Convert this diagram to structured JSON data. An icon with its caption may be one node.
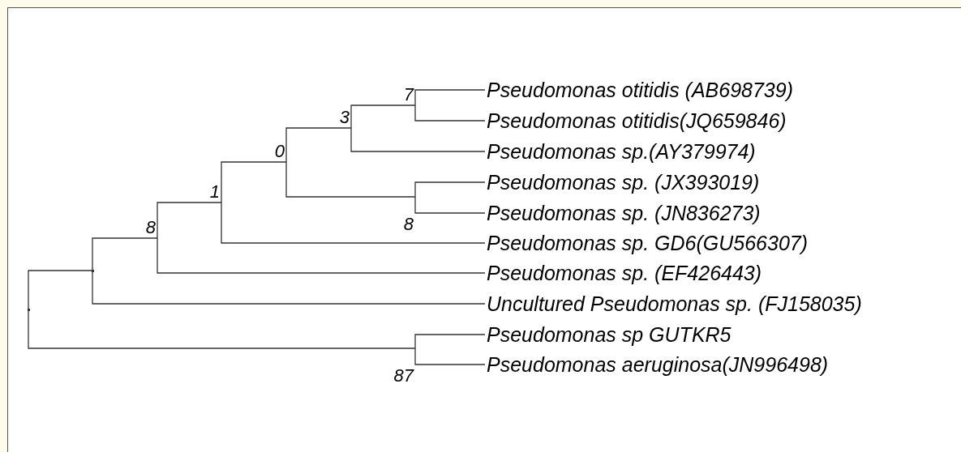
{
  "diagram": {
    "nodes": [
      {
        "text": [
          "Pseudomonas otitidis (AB698739)"
        ]
      },
      {
        "text": [
          "Pseudomonas otitidis(JQ659846)"
        ]
      },
      {
        "text": [
          "Pseudomonas sp.(AY379974)"
        ]
      },
      {
        "text": [
          "Pseudomonas sp. (JX393019)"
        ]
      },
      {
        "text": [
          "Pseudomonas sp. (JN836273)"
        ]
      },
      {
        "text": [
          "Pseudomonas sp. GD6(GU566307)"
        ]
      },
      {
        "text": [
          "Pseudomonas sp. (EF426443)"
        ]
      },
      {
        "text": [
          "Uncultured Pseudomonas sp. (FJ158035)"
        ]
      },
      {
        "text": [
          "Pseudomonas sp GUTKR5"
        ]
      },
      {
        "text": [
          "Pseudomonas aeruginosa(JN996498)"
        ]
      },
      {
        "text": [
          "7"
        ]
      },
      {
        "text": [
          "3"
        ]
      },
      {
        "text": [
          "0"
        ]
      },
      {
        "text": [
          "8"
        ]
      },
      {
        "text": [
          "1"
        ]
      },
      {
        "text": [
          "8"
        ]
      },
      {
        "text": [],
        "shape": "point"
      },
      {
        "text": [],
        "shape": "point"
      },
      {
        "text": [
          "87"
        ]
      }
    ],
    "edges": [
      {
        "from": 10,
        "to": 0,
        "arrow": "none"
      },
      {
        "from": 10,
        "to": 1,
        "arrow": "none"
      },
      {
        "from": 11,
        "to": 10,
        "arrow": "none"
      },
      {
        "from": 11,
        "to": 2,
        "arrow": "none"
      },
      {
        "from": 13,
        "to": 3,
        "arrow": "none"
      },
      {
        "from": 13,
        "to": 4,
        "arrow": "none"
      },
      {
        "from": 12,
        "to": 11,
        "arrow": "none"
      },
      {
        "from": 12,
        "to": 13,
        "arrow": "none"
      },
      {
        "from": 14,
        "to": 12,
        "arrow": "none"
      },
      {
        "from": 14,
        "to": 5,
        "arrow": "none"
      },
      {
        "from": 15,
        "to": 14,
        "arrow": "none"
      },
      {
        "from": 15,
        "to": 6,
        "arrow": "none"
      },
      {
        "from": 16,
        "to": 15,
        "arrow": "none"
      },
      {
        "from": 16,
        "to": 7,
        "arrow": "none"
      },
      {
        "from": 18,
        "to": 8,
        "arrow": "none"
      },
      {
        "from": 18,
        "to": 9,
        "arrow": "none"
      },
      {
        "from": 17,
        "to": 16,
        "arrow": "none"
      },
      {
        "from": 17,
        "to": 18,
        "arrow": "none"
      }
    ]
  }
}
